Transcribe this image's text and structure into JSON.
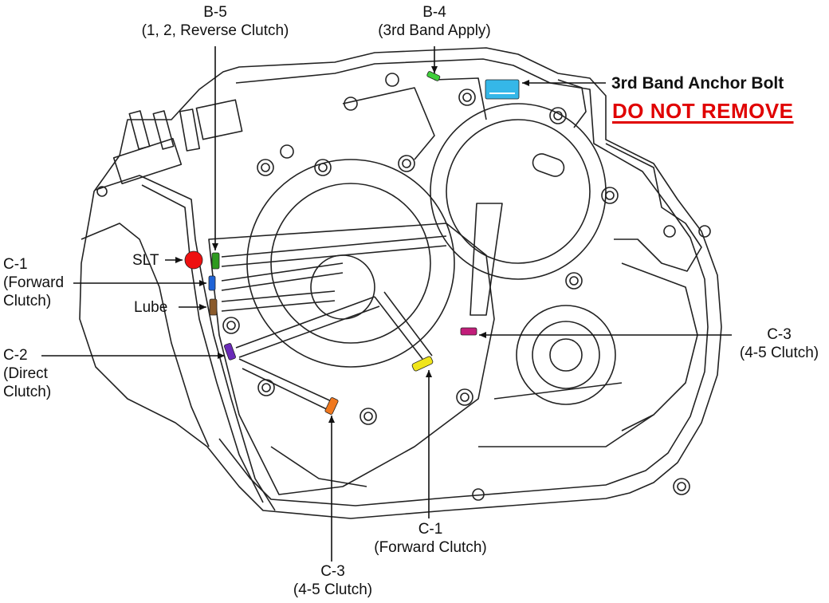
{
  "labels": {
    "b5_title": "B-5",
    "b5_sub": "(1, 2, Reverse Clutch)",
    "b4_title": "B-4",
    "b4_sub": "(3rd Band Apply)",
    "anchor_title": "3rd Band Anchor Bolt",
    "anchor_warning": "DO NOT REMOVE",
    "slt": "SLT",
    "c1_left_1": "C-1",
    "c1_left_2": "(Forward",
    "c1_left_3": "Clutch)",
    "lube": "Lube",
    "c2_1": "C-2",
    "c2_2": "(Direct",
    "c2_3": "Clutch)",
    "c3_right_1": "C-3",
    "c3_right_2": "(4-5 Clutch)",
    "c1_bottom_1": "C-1",
    "c1_bottom_2": "(Forward Clutch)",
    "c3_bottom_1": "C-3",
    "c3_bottom_2": "(4-5 Clutch)"
  },
  "colors": {
    "b5": "#2e9a1f",
    "b4": "#3fcf3a",
    "anchor": "#35b7e8",
    "slt": "#ee1111",
    "c1": "#1f63d6",
    "lube": "#8a5a2b",
    "c2": "#6a2ab8",
    "c3_right": "#c21d7a",
    "c1_bottom": "#f0e51a",
    "c3_bottom": "#f0781e",
    "warning": "#e00000"
  }
}
